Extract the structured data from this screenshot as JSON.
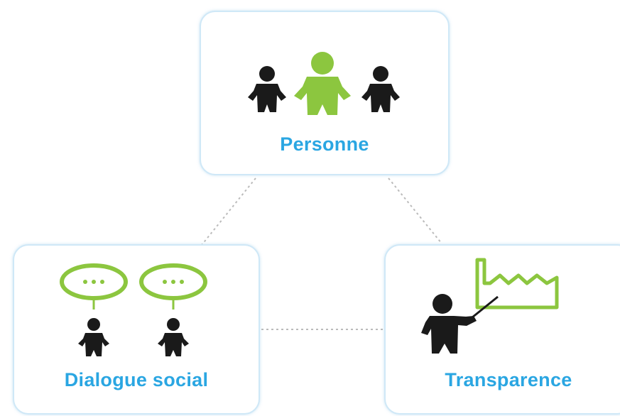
{
  "diagram": {
    "nodes": [
      {
        "id": "personne",
        "label": "Personne",
        "icon": "people-group-icon"
      },
      {
        "id": "dialogue",
        "label": "Dialogue social",
        "icon": "speech-bubbles-people-icon"
      },
      {
        "id": "transparence",
        "label": "Transparence",
        "icon": "presenter-factory-icon"
      }
    ],
    "edges": [
      {
        "from": "personne",
        "to": "dialogue",
        "style": "dotted"
      },
      {
        "from": "personne",
        "to": "transparence",
        "style": "dotted"
      },
      {
        "from": "dialogue",
        "to": "transparence",
        "style": "dotted"
      }
    ],
    "colors": {
      "label": "#2aa6e2",
      "accent_green": "#8cc63f",
      "figure_dark": "#1a1a1a",
      "box_border": "#cfe8f7",
      "connector": "#bbbbbb"
    }
  }
}
